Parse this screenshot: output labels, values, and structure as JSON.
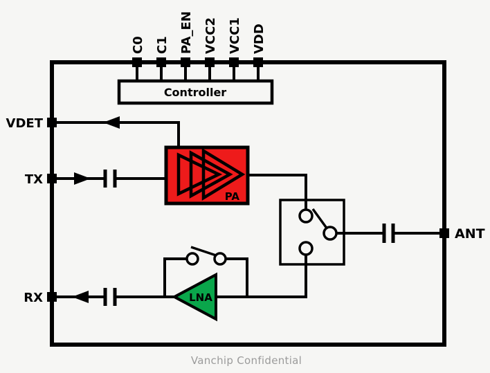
{
  "diagram": {
    "footer": "Vanchip Confidential",
    "blocks": {
      "controller": "Controller",
      "pa": "PA",
      "lna": "LNA"
    },
    "top_pins": [
      "C0",
      "C1",
      "PA_EN",
      "VCC2",
      "VCC1",
      "VDD"
    ],
    "left_pins": {
      "vdet": "VDET",
      "tx": "TX",
      "rx": "RX"
    },
    "right_pins": {
      "ant": "ANT"
    },
    "colors": {
      "block_green": "#0aa64b",
      "block_red": "#ee1b1b",
      "line_black": "#000000",
      "footer_gray": "#9b9b9b",
      "background": "#f6f6f4"
    }
  }
}
